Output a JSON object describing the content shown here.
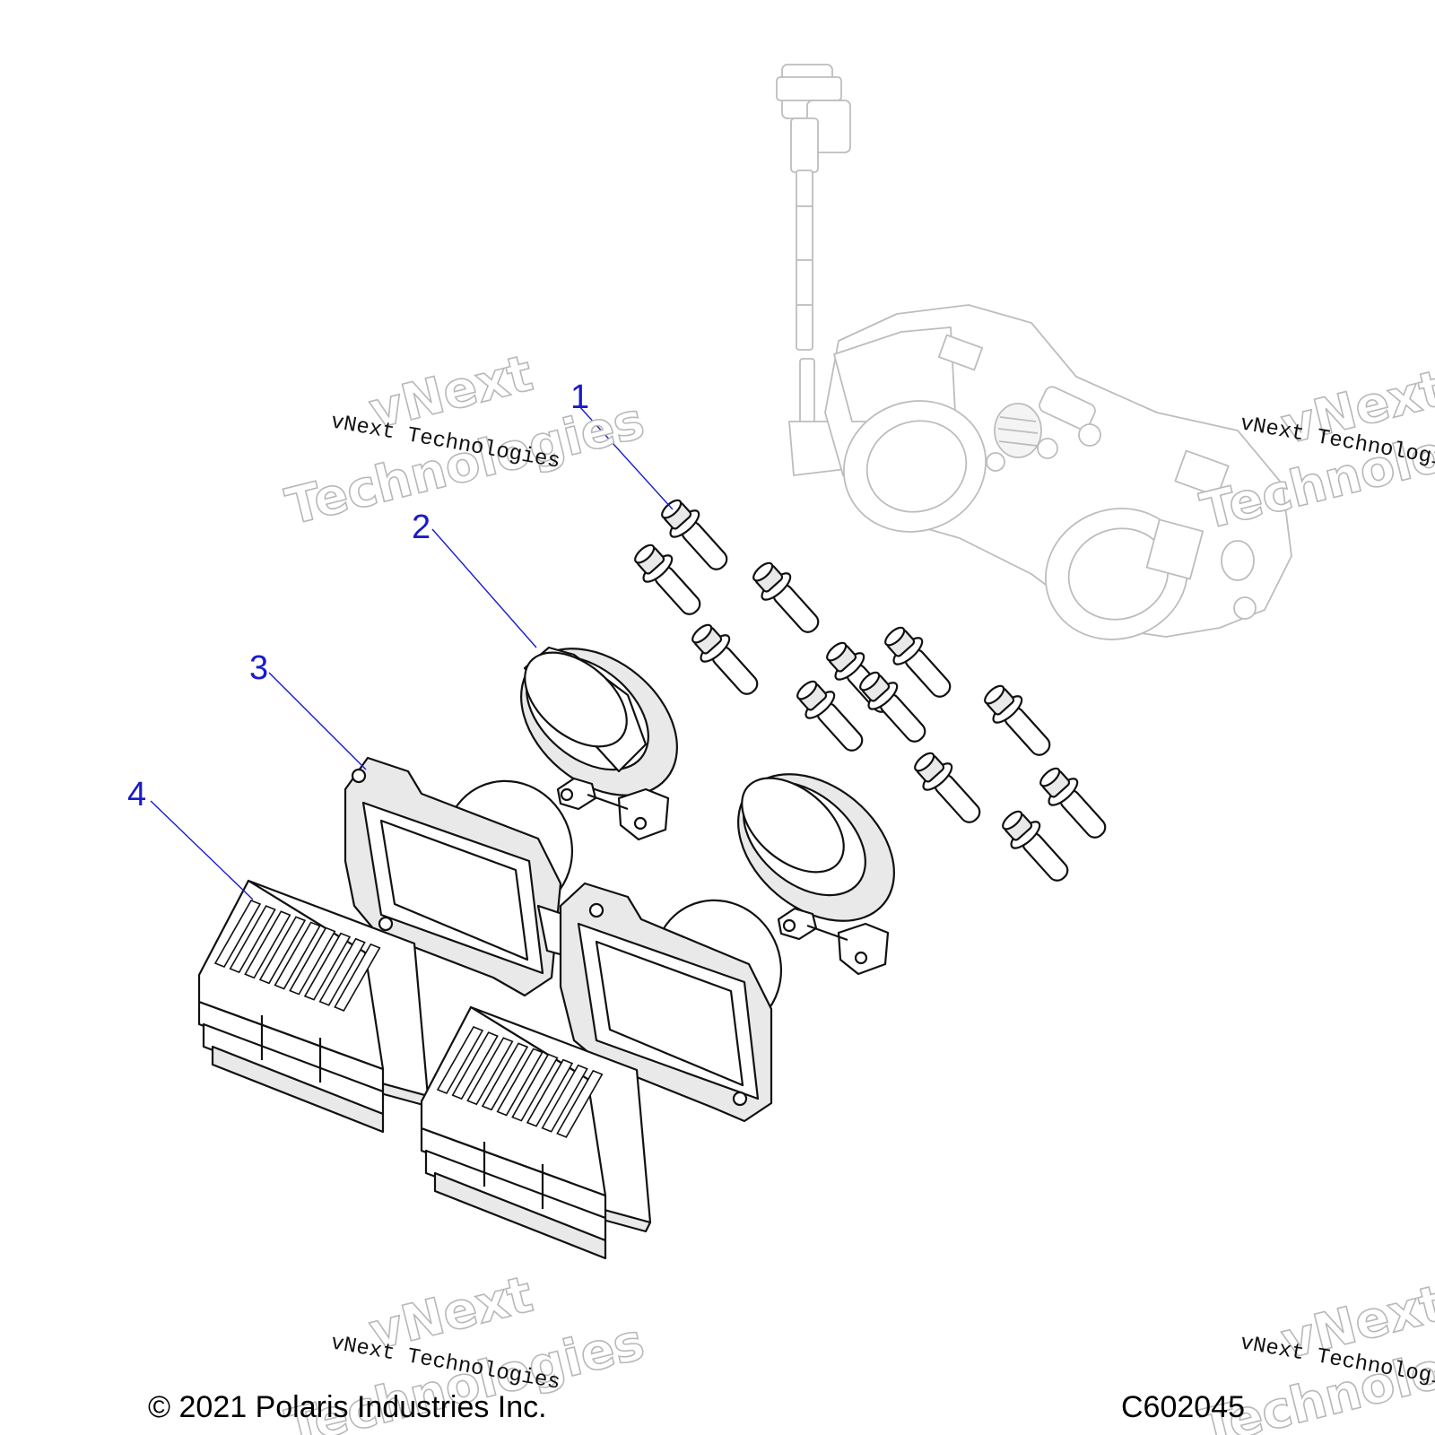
{
  "callouts": [
    {
      "num": "1"
    },
    {
      "num": "2"
    },
    {
      "num": "3"
    },
    {
      "num": "4"
    }
  ],
  "watermark": {
    "line_small": "vNext Technologies",
    "line_big_1": "vNext",
    "line_big_2": "Technologies"
  },
  "footer": {
    "copyright": "© 2021 Polaris Industries Inc.",
    "diagram_code": "C602045"
  },
  "colors": {
    "callout": "#1a1acc",
    "line": "#111111",
    "ghost": "#bdbdbd"
  }
}
